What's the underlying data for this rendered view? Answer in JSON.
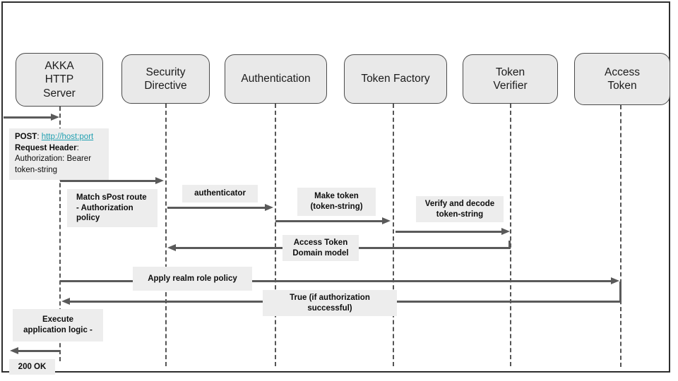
{
  "diagram": {
    "type": "sequence-diagram",
    "actors": [
      {
        "id": "akka-http-server",
        "label": "AKKA\nHTTP\nServer"
      },
      {
        "id": "security-directive",
        "label": "Security\nDirective"
      },
      {
        "id": "authentication",
        "label": "Authentication"
      },
      {
        "id": "token-factory",
        "label": "Token Factory"
      },
      {
        "id": "token-verifier",
        "label": "Token\nVerifier"
      },
      {
        "id": "access-token",
        "label": "Access\nToken"
      }
    ],
    "request_note": {
      "method": "POST",
      "method_separator": ": ",
      "url": "http://host:port",
      "header_label": "Request Header",
      "header_separator": ":",
      "header_value": "Authorization: Bearer token-string"
    },
    "messages": [
      {
        "id": "match-route",
        "from": "akka-http-server",
        "to": "security-directive",
        "label": "Match sPost route\n - Authorization\npolicy"
      },
      {
        "id": "authenticator",
        "from": "security-directive",
        "to": "authentication",
        "label": "authenticator"
      },
      {
        "id": "make-token",
        "from": "authentication",
        "to": "token-factory",
        "label": "Make token\n(token-string)"
      },
      {
        "id": "verify-decode",
        "from": "token-factory",
        "to": "token-verifier",
        "label": "Verify and decode\ntoken-string"
      },
      {
        "id": "access-token-domain-model",
        "from": "token-verifier",
        "to": "security-directive",
        "label": "Access Token\nDomain model"
      },
      {
        "id": "apply-realm-role-policy",
        "from": "akka-http-server",
        "to": "access-token",
        "label": "Apply realm role  policy"
      },
      {
        "id": "true-if-authorization-successful",
        "from": "access-token",
        "to": "akka-http-server",
        "label": "True (if authorization\nsuccessful)"
      },
      {
        "id": "execute-application-logic",
        "from": "akka-http-server",
        "to": "akka-http-server",
        "label": "Execute\napplication logic -"
      },
      {
        "id": "response-200-ok",
        "from": "akka-http-server",
        "to": "external-client",
        "label": "200 OK"
      }
    ],
    "colors": {
      "actor_fill": "#e9e9e9",
      "label_fill": "#ededed",
      "line": "#5a5a5a",
      "link": "#1f9fb0",
      "frame_border": "#2e2e2e"
    }
  }
}
